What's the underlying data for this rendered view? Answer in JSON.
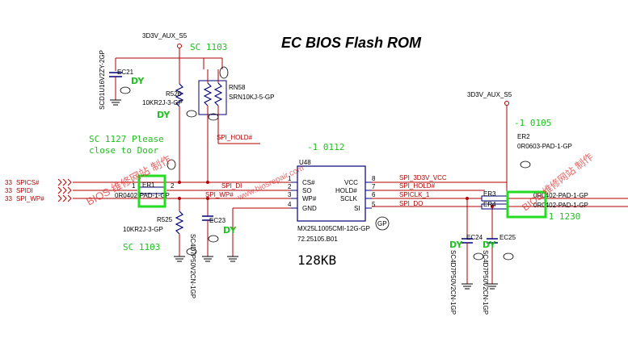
{
  "title": "EC BIOS Flash ROM",
  "power_labels": {
    "top": "3D3V_AUX_S5",
    "right": "3D3V_AUX_S5"
  },
  "left_ports": [
    {
      "num": "33",
      "name": "SPICS#"
    },
    {
      "num": "33",
      "name": "SPIDI"
    },
    {
      "num": "33",
      "name": "SPI_WP#"
    }
  ],
  "components": {
    "ec21": {
      "ref": "EC21",
      "value": "SCD1U16V2ZY-2GP",
      "note": "DY"
    },
    "r526": {
      "ref": "R526",
      "value": "10KR2J-3-GP",
      "note": "DY"
    },
    "rn58": {
      "ref": "RN58",
      "value": "SRN10KJ-5-GP"
    },
    "er1": {
      "ref": "ER1",
      "value": "0R0402-PAD-1-GP"
    },
    "r525": {
      "ref": "R525",
      "value": "10KR2J-3-GP"
    },
    "ec23": {
      "ref": "EC23",
      "value": "SC4D7P50V2CN-1GP",
      "note": "DY"
    },
    "u48": {
      "ref": "U48",
      "part": "MX25L1005CMI-12G-GP",
      "pn": "72.25105.B01",
      "size": "128KB",
      "left_pins": [
        {
          "num": "1",
          "name": "CS#"
        },
        {
          "num": "2",
          "name": "SO"
        },
        {
          "num": "3",
          "name": "WP#"
        },
        {
          "num": "4",
          "name": "GND"
        }
      ],
      "right_pins": [
        {
          "num": "8",
          "name": "VCC"
        },
        {
          "num": "7",
          "name": "HOLD#"
        },
        {
          "num": "6",
          "name": "SCLK"
        },
        {
          "num": "5",
          "name": "SI"
        }
      ]
    },
    "er2": {
      "ref": "ER2",
      "value": "0R0603-PAD-1-GP"
    },
    "er3": {
      "ref": "ER3",
      "value": "0R0402-PAD-1-GP"
    },
    "er4": {
      "ref": "ER4",
      "value": "0R0402-PAD-1-GP"
    },
    "ec24": {
      "ref": "EC24",
      "value": "SC4D7P50V2CN-1GP",
      "note": "DY"
    },
    "ec25": {
      "ref": "EC25",
      "value": "SC4D7P50V2CN-1GP",
      "note": "DY"
    }
  },
  "nets": {
    "spi_hold": "SPI_HOLD#",
    "spi_di": "SPI_DI",
    "spi_wp": "SPI_WP#",
    "spi_3d3v_vcc": "SPI_3D3V_VCC",
    "spi_hold2": "SPI_HOLD#",
    "spiclk": "SPICLK_1",
    "spi_do": "SPI_DO"
  },
  "annotations": {
    "sc1103_top": "SC 1103",
    "sc1127_line1": "SC 1127 Please",
    "sc1127_line2": "close to Door",
    "sc1103_bottom": "SC 1103",
    "rev_0112": "-1 0112",
    "rev_0105": "-1 0105",
    "rev_1230": "-1 1230",
    "gp": "GP"
  },
  "watermarks": [
    "BIOS 维修网站 制作",
    "www.biosrepair.com"
  ]
}
